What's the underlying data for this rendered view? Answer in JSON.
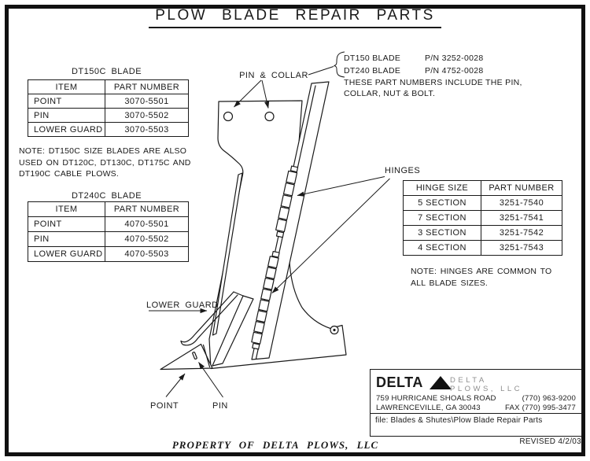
{
  "page": {
    "title": "PLOW BLADE REPAIR PARTS",
    "property_note": "PROPERTY OF DELTA PLOWS, LLC",
    "revised": "REVISED 4/2/03"
  },
  "pn_note": {
    "items": [
      {
        "blade": "DT150 BLADE",
        "pn": "P/N 3252-0028"
      },
      {
        "blade": "DT240 BLADE",
        "pn": "P/N 4752-0028"
      }
    ],
    "lines": [
      "THESE PART NUMBERS INCLUDE THE PIN,",
      "COLLAR, NUT & BOLT."
    ]
  },
  "dt150c": {
    "title": "DT150C BLADE",
    "headers": [
      "ITEM",
      "PART NUMBER"
    ],
    "rows": [
      [
        "POINT",
        "3070-5501"
      ],
      [
        "PIN",
        "3070-5502"
      ],
      [
        "LOWER GUARD",
        "3070-5503"
      ]
    ],
    "note_lines": [
      "NOTE: DT150C SIZE BLADES ARE ALSO",
      "USED ON DT120C, DT130C, DT175C AND",
      "DT190C CABLE PLOWS."
    ]
  },
  "dt240c": {
    "title": "DT240C BLADE",
    "headers": [
      "ITEM",
      "PART NUMBER"
    ],
    "rows": [
      [
        "POINT",
        "4070-5501"
      ],
      [
        "PIN",
        "4070-5502"
      ],
      [
        "LOWER GUARD",
        "4070-5503"
      ]
    ]
  },
  "hinges": {
    "headers": [
      "HINGE SIZE",
      "PART NUMBER"
    ],
    "rows": [
      [
        "5 SECTION",
        "3251-7540"
      ],
      [
        "7 SECTION",
        "3251-7541"
      ],
      [
        "3 SECTION",
        "3251-7542"
      ],
      [
        "4 SECTION",
        "3251-7543"
      ]
    ],
    "note_lines": [
      "NOTE: HINGES ARE COMMON TO",
      "ALL BLADE SIZES."
    ]
  },
  "diagram_labels": {
    "pin_collar": "PIN & COLLAR",
    "hinges": "HINGES",
    "lower_guard": "LOWER GUARD",
    "point": "POINT",
    "pin": "PIN"
  },
  "title_block": {
    "logo_text": "DELTA",
    "company_line1": "DELTA",
    "company_line2": "PLOWS, LLC",
    "address_line1": "759 HURRICANE SHOALS ROAD",
    "address_line2": "LAWRENCEVILLE, GA   30043",
    "phone": "(770) 963-9200",
    "fax": "FAX (770) 995-3477",
    "file_line": "file: Blades & Shutes\\Plow Blade Repair Parts"
  },
  "colors": {
    "line": "#1a1a1a",
    "company_gray": "#8f8f8f"
  }
}
